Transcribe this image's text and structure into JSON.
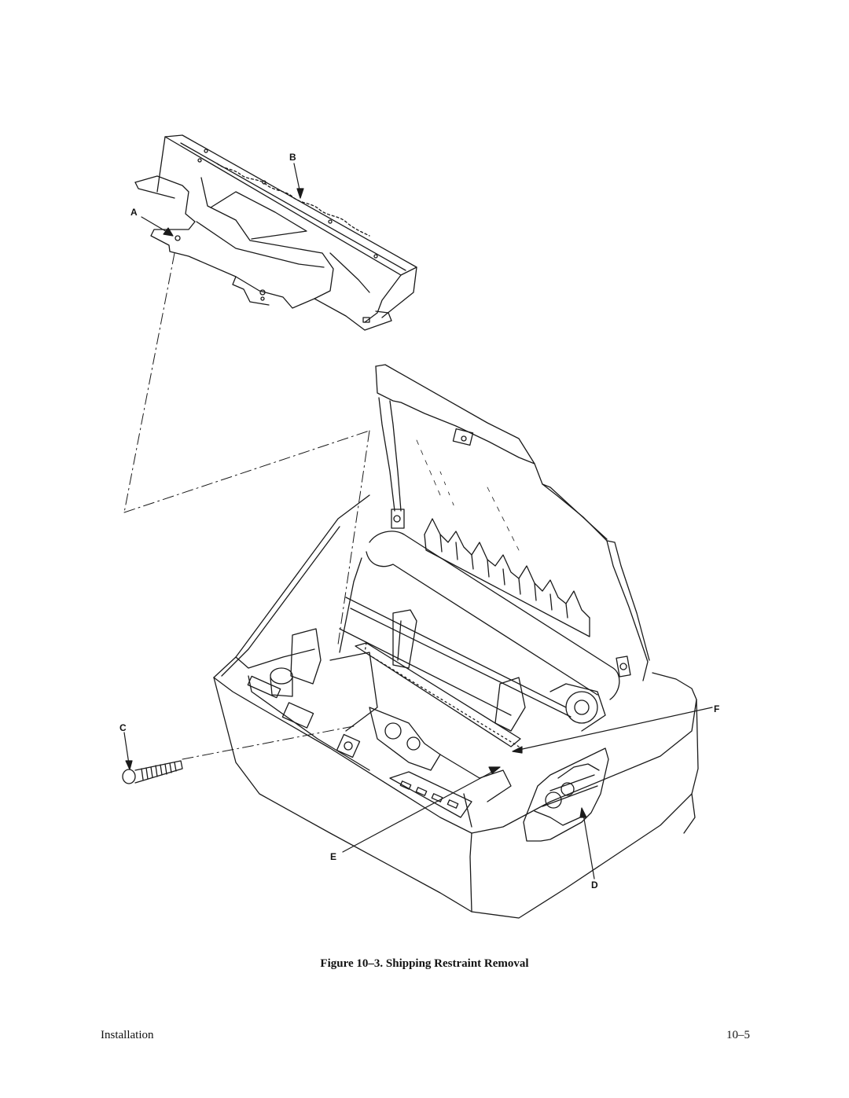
{
  "figure": {
    "callouts": {
      "a": "A",
      "b": "B",
      "c": "C",
      "d": "D",
      "e": "E",
      "f": "F"
    },
    "caption": "Figure 10–3. Shipping Restraint Removal"
  },
  "footer": {
    "section": "Installation",
    "page_number": "10–5"
  }
}
